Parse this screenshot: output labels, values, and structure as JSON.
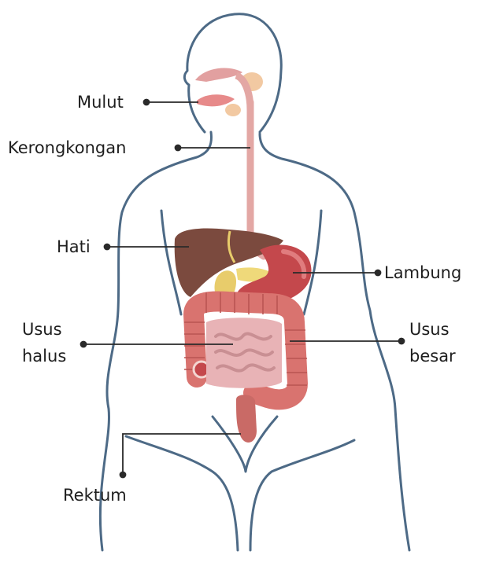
{
  "labels": {
    "mulut": "Mulut",
    "kerongkongan": "Kerongkongan",
    "hati": "Hati",
    "lambung": "Lambung",
    "usus_halus_1": "Usus",
    "usus_halus_2": "halus",
    "usus_besar_1": "Usus",
    "usus_besar_2": "besar",
    "rektum": "Rektum"
  },
  "colors": {
    "outline": "#4d6a86",
    "liver": "#7b4a3e",
    "stomach": "#c4484c",
    "colon": "#d9736f",
    "small_intestine": "#e8b3b6",
    "esophagus": "#e3a7a4",
    "gallbladder": "#e8cc6b",
    "leader": "#2a2a2a"
  }
}
